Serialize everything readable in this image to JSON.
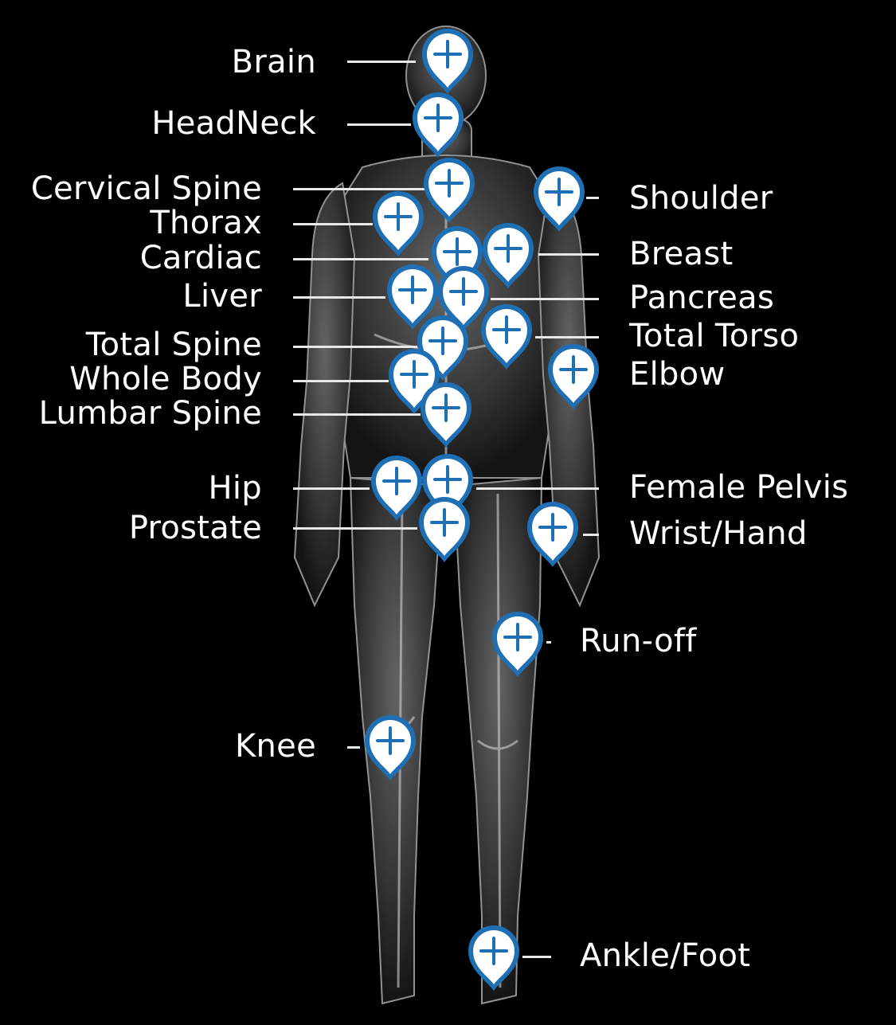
{
  "colors": {
    "background": "#000000",
    "pin_ring": "#1f6fb5",
    "pin_fill": "#ffffff",
    "pin_plus": "#1f6fb5",
    "label_text": "#ffffff",
    "leader_line": "#e8e8e8"
  },
  "marker_icon": "plus-icon",
  "labels": {
    "brain": "Brain",
    "headneck": "HeadNeck",
    "cervical_spine": "Cervical Spine",
    "thorax": "Thorax",
    "cardiac": "Cardiac",
    "liver": "Liver",
    "total_spine": "Total Spine",
    "whole_body": "Whole Body",
    "lumbar_spine": "Lumbar Spine",
    "hip": "Hip",
    "prostate": "Prostate",
    "knee": "Knee",
    "shoulder": "Shoulder",
    "breast": "Breast",
    "pancreas": "Pancreas",
    "total_torso": "Total Torso",
    "elbow": "Elbow",
    "female_pelvis": "Female Pelvis",
    "wrist_hand": "Wrist/Hand",
    "run_off": "Run-off",
    "ankle_foot": "Ankle/Foot"
  }
}
